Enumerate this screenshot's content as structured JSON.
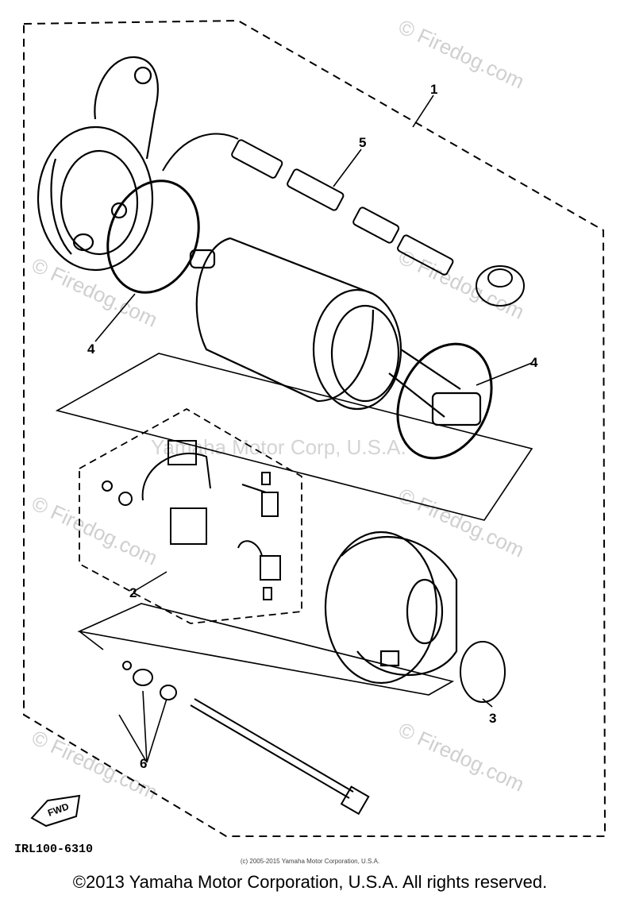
{
  "diagram": {
    "callouts": {
      "c1": "1",
      "c2": "2",
      "c3": "3",
      "c4_left": "4",
      "c4_right": "4",
      "c5": "5",
      "c6": "6"
    },
    "fwd_label": "FWD",
    "drawing_code": "IRL100-6310"
  },
  "watermarks": {
    "firedog": "© Firedog.com",
    "overlay": "Yamaha Motor Corp, U.S.A."
  },
  "small_copyright": "(c) 2005-2015 Yamaha Motor Corporation, U.S.A.",
  "footer": "©2013 Yamaha Motor Corporation, U.S.A. All rights reserved.",
  "colors": {
    "line": "#000000",
    "watermark": "#d0d0d0",
    "background": "#ffffff"
  }
}
